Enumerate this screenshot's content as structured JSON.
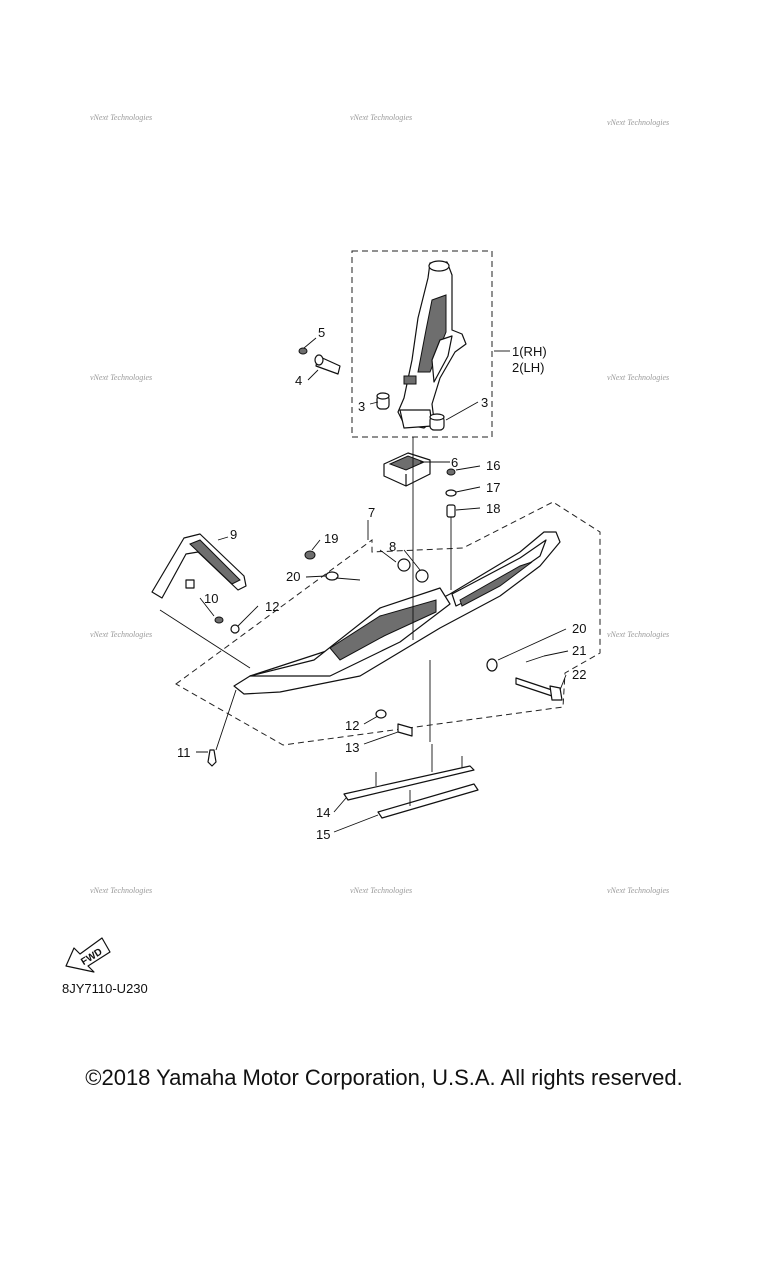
{
  "watermark": {
    "text": "vNext Technologies"
  },
  "callouts": [
    {
      "id": "1",
      "text": "1(RH)"
    },
    {
      "id": "2",
      "text": "2(LH)"
    },
    {
      "id": "3a",
      "text": "3"
    },
    {
      "id": "3b",
      "text": "3"
    },
    {
      "id": "4",
      "text": "4"
    },
    {
      "id": "5",
      "text": "5"
    },
    {
      "id": "6",
      "text": "6"
    },
    {
      "id": "7",
      "text": "7"
    },
    {
      "id": "8",
      "text": "8"
    },
    {
      "id": "9",
      "text": "9"
    },
    {
      "id": "10",
      "text": "10"
    },
    {
      "id": "11",
      "text": "11"
    },
    {
      "id": "12a",
      "text": "12"
    },
    {
      "id": "12b",
      "text": "12"
    },
    {
      "id": "13",
      "text": "13"
    },
    {
      "id": "14",
      "text": "14"
    },
    {
      "id": "15",
      "text": "15"
    },
    {
      "id": "16",
      "text": "16"
    },
    {
      "id": "17",
      "text": "17"
    },
    {
      "id": "18",
      "text": "18"
    },
    {
      "id": "19",
      "text": "19"
    },
    {
      "id": "20a",
      "text": "20"
    },
    {
      "id": "20b",
      "text": "20"
    },
    {
      "id": "21",
      "text": "21"
    },
    {
      "id": "22",
      "text": "22"
    }
  ],
  "fwd_label": "FWD",
  "figure_code": "8JY7110-U230",
  "copyright": "©2018 Yamaha Motor Corporation, U.S.A. All rights reserved."
}
